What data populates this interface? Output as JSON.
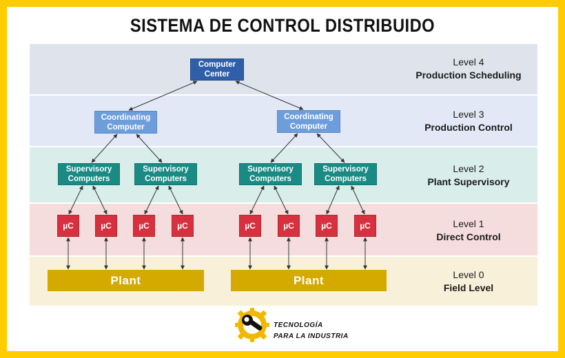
{
  "title": "SISTEMA DE CONTROL DISTRIBUIDO",
  "levels": [
    {
      "number": "Level 4",
      "name": "Production Scheduling",
      "color": "#dfe3ec"
    },
    {
      "number": "Level 3",
      "name": "Production Control",
      "color": "#e3e8f6"
    },
    {
      "number": "Level 2",
      "name": "Plant Supervisory",
      "color": "#d9edeb"
    },
    {
      "number": "Level 1",
      "name": "Direct Control",
      "color": "#f6dddd"
    },
    {
      "number": "Level 0",
      "name": "Field Level",
      "color": "#f8f0d8"
    }
  ],
  "nodes": {
    "computer_center": {
      "line1": "Computer",
      "line2": "Center"
    },
    "coordinating": [
      {
        "line1": "Coordinating",
        "line2": "Computer"
      },
      {
        "line1": "Coordinating",
        "line2": "Computer"
      }
    ],
    "supervisory": [
      {
        "line1": "Supervisory",
        "line2": "Computers"
      },
      {
        "line1": "Supervisory",
        "line2": "Computers"
      },
      {
        "line1": "Supervisory",
        "line2": "Computers"
      },
      {
        "line1": "Supervisory",
        "line2": "Computers"
      }
    ],
    "microcontroller_label": "µC",
    "plants": [
      "Plant",
      "Plant"
    ]
  },
  "brand": {
    "line1": "TECNOLOGÍA",
    "line2": "PARA LA INDUSTRIA"
  },
  "colors": {
    "frame": "#ffcc00",
    "computer_center": "#2f5fa8",
    "coordinating": "#6d9ddb",
    "supervisory": "#1b8a84",
    "microcontroller": "#d7313f",
    "plant": "#d4a900",
    "arrow": "#333333"
  }
}
